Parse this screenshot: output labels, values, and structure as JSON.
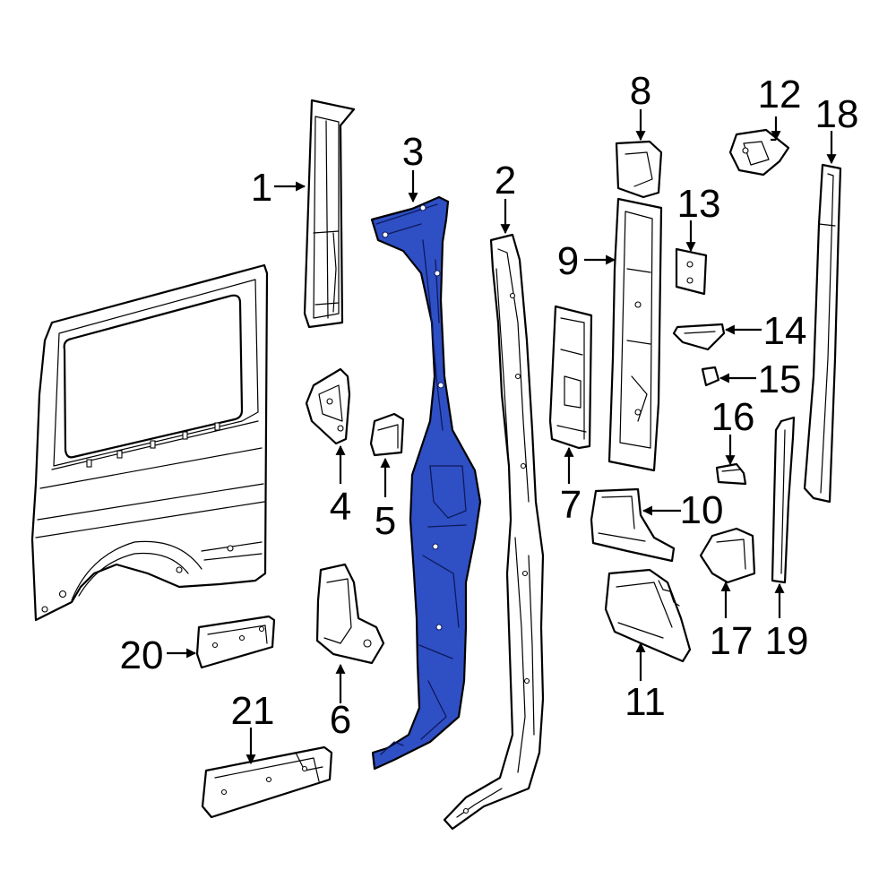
{
  "diagram": {
    "highlight_color": "#2f4fc4",
    "callouts": [
      {
        "id": "1",
        "text": "1"
      },
      {
        "id": "2",
        "text": "2"
      },
      {
        "id": "3",
        "text": "3"
      },
      {
        "id": "4",
        "text": "4"
      },
      {
        "id": "5",
        "text": "5"
      },
      {
        "id": "6",
        "text": "6"
      },
      {
        "id": "7",
        "text": "7"
      },
      {
        "id": "8",
        "text": "8"
      },
      {
        "id": "9",
        "text": "9"
      },
      {
        "id": "10",
        "text": "10"
      },
      {
        "id": "11",
        "text": "11"
      },
      {
        "id": "12",
        "text": "12"
      },
      {
        "id": "13",
        "text": "13"
      },
      {
        "id": "14",
        "text": "14"
      },
      {
        "id": "15",
        "text": "15"
      },
      {
        "id": "16",
        "text": "16"
      },
      {
        "id": "17",
        "text": "17"
      },
      {
        "id": "18",
        "text": "18"
      },
      {
        "id": "19",
        "text": "19"
      },
      {
        "id": "20",
        "text": "20"
      },
      {
        "id": "21",
        "text": "21"
      }
    ]
  }
}
